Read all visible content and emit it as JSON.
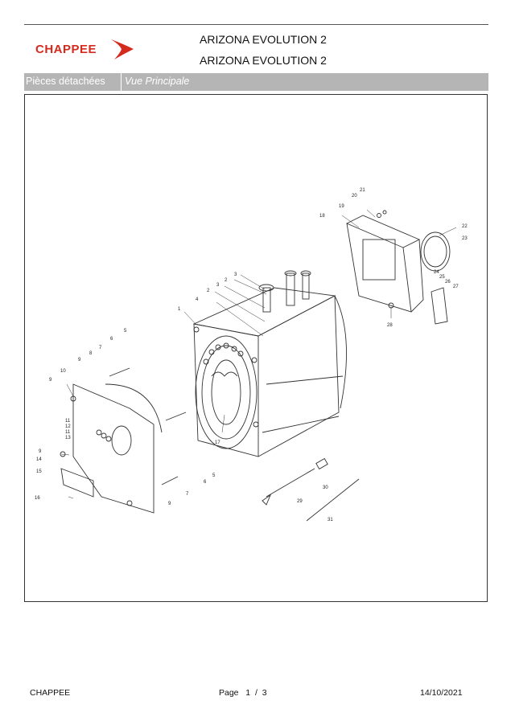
{
  "header": {
    "logo_text": "CHAPPEE",
    "title_line1": "ARIZONA EVOLUTION 2",
    "title_line2": "ARIZONA EVOLUTION 2"
  },
  "band": {
    "left_label": "Pièces détachées",
    "right_label": "Vue Principale"
  },
  "diagram": {
    "part_numbers": [
      "1",
      "2",
      "2",
      "3",
      "3",
      "4",
      "5",
      "5",
      "6",
      "6",
      "7",
      "7",
      "8",
      "9",
      "9",
      "9",
      "9",
      "10",
      "11",
      "11",
      "12",
      "13",
      "14",
      "15",
      "16",
      "17",
      "18",
      "19",
      "20",
      "21",
      "22",
      "23",
      "24",
      "25",
      "26",
      "27",
      "28",
      "29",
      "30",
      "31"
    ]
  },
  "footer": {
    "left": "CHAPPEE",
    "page": "Page   1  /  3",
    "date": "14/10/2021"
  }
}
